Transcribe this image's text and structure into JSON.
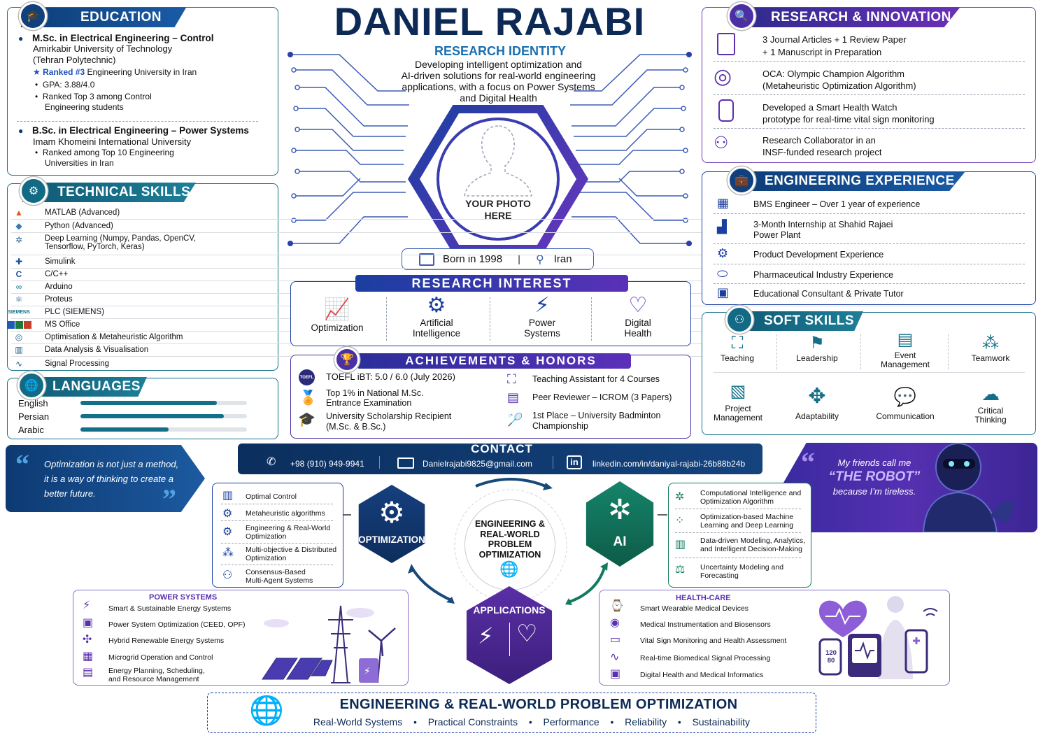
{
  "name": "DANIEL RAJABI",
  "identity": {
    "title": "RESEARCH IDENTITY",
    "lines": [
      "Developing intelligent optimization and",
      "AI-driven solutions for real-world engineering",
      "applications, with a focus on Power Systems",
      "and Digital Health"
    ]
  },
  "photo": {
    "line1": "YOUR PHOTO",
    "line2": "HERE"
  },
  "born": "Born in 1998",
  "country": "Iran",
  "education": {
    "title": "EDUCATION",
    "msc": {
      "degree": "M.Sc. in Electrical Engineering – Control",
      "school": "Amirkabir University of Technology",
      "school2": "(Tehran Polytechnic)",
      "rank_b": "Ranked #3",
      "rank_rest": "Engineering University in Iran",
      "gpa": "GPA: 3.88/4.0",
      "top1": "Ranked Top 3 among Control",
      "top2": "Engineering students"
    },
    "bsc": {
      "degree": "B.Sc. in Electrical Engineering – Power Systems",
      "school": "Imam Khomeini International University",
      "rank1": "Ranked among Top 10 Engineering",
      "rank2": "Universities in Iran"
    }
  },
  "skills": {
    "title": "TECHNICAL SKILLS",
    "items": [
      "MATLAB (Advanced)",
      "Python (Advanced)",
      "Deep Learning (Numpy, Pandas, OpenCV,",
      "Tensorflow, PyTorch, Keras)",
      "Simulink",
      "C/C++",
      "Arduino",
      "Proteus",
      "PLC (SIEMENS)",
      "MS Office",
      "Optimisation & Metaheuristic Algorithm",
      "Data Analysis & Visualisation",
      "Signal Processing"
    ],
    "siemens": "SIEMENS"
  },
  "languages": {
    "title": "LANGUAGES",
    "items": [
      {
        "name": "English",
        "level": 0.82
      },
      {
        "name": "Persian",
        "level": 0.86
      },
      {
        "name": "Arabic",
        "level": 0.53
      }
    ]
  },
  "research": {
    "title": "RESEARCH & INNOVATION",
    "items": [
      [
        "3 Journal Articles + 1 Review Paper",
        "+ 1 Manuscript in Preparation"
      ],
      [
        "OCA: Olympic Champion Algorithm",
        "(Metaheuristic Optimization Algorithm)"
      ],
      [
        "Developed a Smart Health Watch",
        "prototype for real-time vital sign monitoring"
      ],
      [
        "Research Collaborator in an",
        "INSF-funded research project"
      ]
    ]
  },
  "experience": {
    "title": "ENGINEERING EXPERIENCE",
    "items": [
      "BMS Engineer – Over 1 year of experience",
      "3-Month Internship at Shahid Rajaei",
      "Power Plant",
      "Product Development Experience",
      "Pharmaceutical Industry Experience",
      "Educational Consultant & Private Tutor"
    ]
  },
  "soft": {
    "title": "SOFT SKILLS",
    "items": [
      "Teaching",
      "Leadership",
      "Event",
      "Management",
      "Teamwork",
      "Project",
      "Management",
      "Adaptability",
      "Communication",
      "Critical",
      "Thinking"
    ]
  },
  "interest": {
    "title": "RESEARCH INTEREST",
    "items": [
      "Optimization",
      "Artificial",
      "Intelligence",
      "Power",
      "Systems",
      "Digital",
      "Health"
    ]
  },
  "achievements": {
    "title": "ACHIEVEMENTS & HONORS",
    "toefl": "TOEFL",
    "left": [
      "TOEFL iBT: 5.0 / 6.0 (July 2026)",
      "Top 1% in National M.Sc.",
      "Entrance Examination",
      "University Scholarship Recipient",
      "(M.Sc. & B.Sc.)"
    ],
    "right": [
      "Teaching Assistant for 4 Courses",
      "Peer Reviewer – ICROM (3 Papers)",
      "1st Place – University Badminton",
      "Championship"
    ]
  },
  "quote": {
    "lines": [
      "Optimization is not just a method,",
      "it is a way of thinking to create a",
      "better future."
    ]
  },
  "robot": {
    "line1": "My friends call me",
    "nick": "“THE ROBOT”",
    "line2": "because I’m tireless."
  },
  "contact": {
    "title": "CONTACT",
    "phone": "+98 (910) 949-9941",
    "email": "Danielrajabi9825@gmail.com",
    "linkedin": "linkedin.com/in/daniyal-rajabi-26b88b24b",
    "in": "in"
  },
  "diagram": {
    "center": [
      "ENGINEERING &",
      "REAL-WORLD",
      "PROBLEM",
      "OPTIMIZATION"
    ],
    "opt": "OPTIMIZATION",
    "ai": "AI",
    "apps": "APPLICATIONS",
    "opt_list": [
      "Optimal Control",
      "Metaheuristic algorithms",
      "Engineering & Real-World",
      "Optimization",
      "Multi-objective & Distributed",
      "Optimization",
      "Consensus-Based",
      "Multi-Agent Systems"
    ],
    "ai_list": [
      "Computational Intelligence and",
      "Optimization Algorithm",
      "Optimization-based Machine",
      "Learning and Deep Learning",
      "Data-driven Modeling, Analytics,",
      "and Intelligent Decision-Making",
      "Uncertainty Modeling and",
      "Forecasting"
    ]
  },
  "power": {
    "title": "POWER SYSTEMS",
    "items": [
      "Smart & Sustainable Energy Systems",
      "Power System Optimization (CEED, OPF)",
      "Hybrid Renewable Energy Systems",
      "Microgrid Operation and Control",
      "Energy Planning, Scheduling,",
      "and Resource Management"
    ]
  },
  "health": {
    "title": "HEALTH-CARE",
    "items": [
      "Smart Wearable Medical Devices",
      "Medical Instrumentation and Biosensors",
      "Vital Sign Monitoring and Health Assessment",
      "Real-time Biomedical Signal Processing",
      "Digital Health and Medical Informatics"
    ],
    "bp1": "120",
    "bp2": "80"
  },
  "footer": {
    "title": "ENGINEERING & REAL-WORLD PROBLEM OPTIMIZATION",
    "items": [
      "Real-World Systems",
      "Practical Constraints",
      "Performance",
      "Reliability",
      "Sustainability"
    ]
  },
  "colors": {
    "navy": "#0d3d78",
    "teal": "#137088",
    "purple": "#5a2fb0",
    "green": "#127a5e"
  }
}
